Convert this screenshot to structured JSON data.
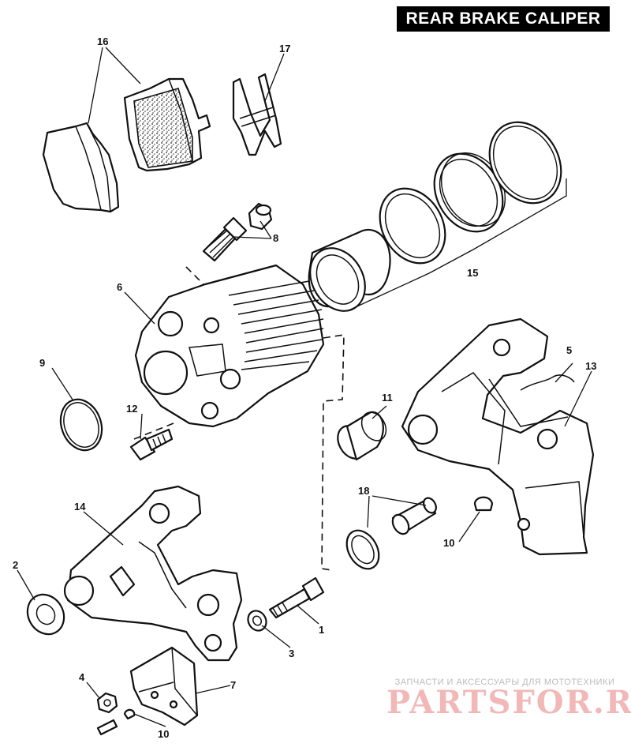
{
  "title": "REAR BRAKE CALIPER",
  "callouts": {
    "p1": "1",
    "p2": "2",
    "p3": "3",
    "p4": "4",
    "p5": "5",
    "p6": "6",
    "p7": "7",
    "p8": "8",
    "p9": "9",
    "p10a": "10",
    "p10b": "10",
    "p11": "11",
    "p12": "12",
    "p13": "13",
    "p14": "14",
    "p15": "15",
    "p16": "16",
    "p17": "17",
    "p18": "18"
  },
  "watermark": {
    "tagline": "ЗАПЧАСТИ И АКСЕССУАРЫ ДЛЯ МОТОТЕХНИКИ",
    "logo": "PARTSFOR.RU",
    "logo_color": "#f2b8b8"
  },
  "colors": {
    "ink": "#111111",
    "title_bg": "#000000",
    "title_fg": "#ffffff"
  }
}
